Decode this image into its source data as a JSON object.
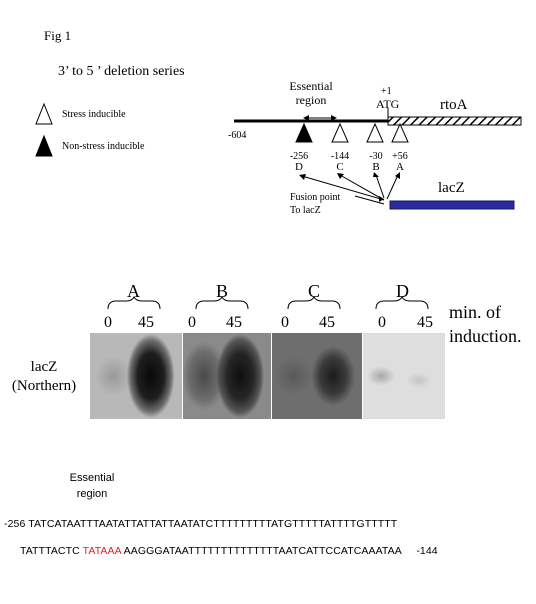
{
  "figure": {
    "title": "Fig 1",
    "subtitle": "3’ to 5 ’ deletion series"
  },
  "legend": {
    "stress_label": "Stress inducible",
    "non_stress_label": "Non-stress inducible"
  },
  "map": {
    "essential_line1": "Essential",
    "essential_line2": "region",
    "plus1": "+1",
    "atg": "ATG",
    "gene": "rtoA",
    "start_pos": "-604",
    "deletions": [
      {
        "pos": "-256",
        "letter": "D",
        "inducible": "non-stress"
      },
      {
        "pos": "-144",
        "letter": "C",
        "inducible": "stress"
      },
      {
        "pos": "-30",
        "letter": "B",
        "inducible": "stress"
      },
      {
        "pos": "+56",
        "letter": "A",
        "inducible": "stress"
      }
    ],
    "fusion_line1": "Fusion point",
    "fusion_line2": "To lacZ",
    "reporter": "lacZ",
    "colors": {
      "reporter_bar": "#2b2b9e"
    }
  },
  "blot": {
    "lanes": [
      "A",
      "B",
      "C",
      "D"
    ],
    "time_points": [
      "0",
      "45"
    ],
    "axis_label_line1": "min. of",
    "axis_label_line2": "induction.",
    "row_label_line1": "lacZ",
    "row_label_line2": "(Northern)"
  },
  "sequence": {
    "label_line1": "Essential",
    "label_line2": "region",
    "line1_start": "-256",
    "line1": "TATCATAATTTAATATTATTATTAATATCTTTTTTTTTATGTTTTTATTTTGTTTTT",
    "line2_pre": "TATTTACTC",
    "tata_box": "TATAAA",
    "line2_post": "AAGGGATAATTTTTTTTTTTTTTAATCATTCCATCAAATAA",
    "line2_end": "-144",
    "colors": {
      "tata": "#e02020"
    }
  }
}
